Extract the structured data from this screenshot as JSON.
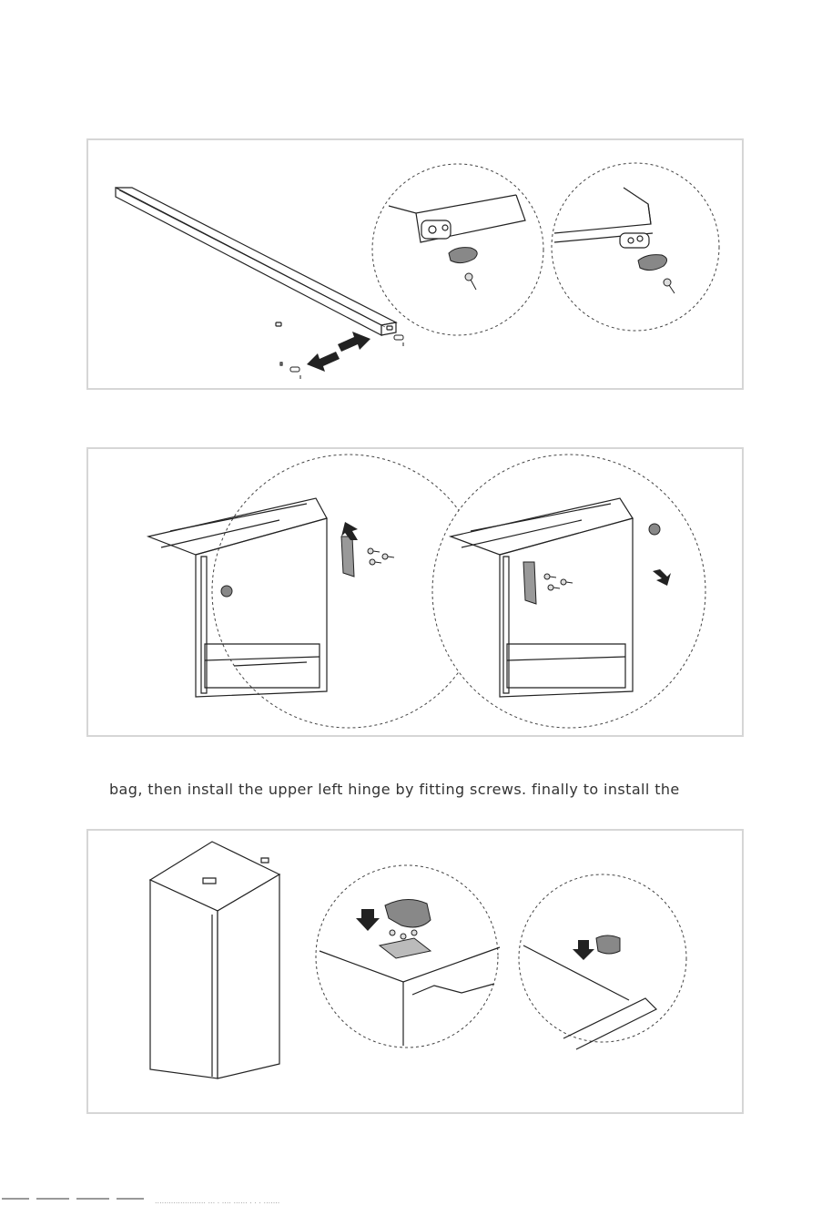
{
  "step_text": "bag, then install the upper left hinge by fitting screws. finally to install the",
  "footer_text": "...................... ... . .... ...... . . . .......",
  "colors": {
    "panel_border": "#d6d6d6",
    "line_art": "#222222",
    "part_fill": "#777777",
    "arrow_fill": "#222222",
    "text": "#333333"
  },
  "figures": [
    {
      "id": "door-hinge-detail",
      "icon": "door-panel-icon"
    },
    {
      "id": "cabinet-hinge-swap",
      "icon": "cabinet-icon"
    },
    {
      "id": "top-hinge-cover",
      "icon": "refrigerator-icon"
    }
  ]
}
